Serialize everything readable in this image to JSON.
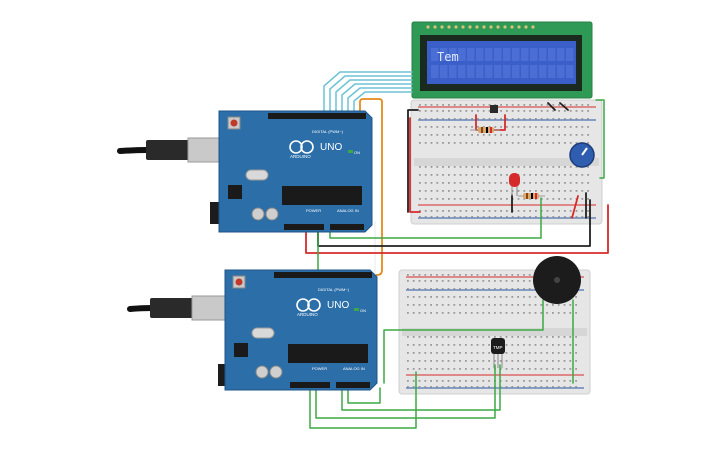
{
  "lcd": {
    "text": "Tem"
  },
  "arduino_top": {
    "model": "UNO",
    "brand": "ARDUINO",
    "digital_label": "DIGITAL (PWM~)",
    "power_label": "POWER",
    "analog_label": "ANALOG IN",
    "on_label": "ON"
  },
  "arduino_bottom": {
    "model": "UNO",
    "brand": "ARDUINO",
    "digital_label": "DIGITAL (PWM~)",
    "power_label": "POWER",
    "analog_label": "ANALOG IN",
    "on_label": "ON"
  },
  "sensor": {
    "label": "TMP"
  },
  "colors": {
    "arduino": "#2b6ea8",
    "breadboard": "#e6e6e6",
    "lcd_bezel": "#2f9a55",
    "lcd_screen": "#3b5fc9",
    "lcd_text": "#dfe8ff",
    "wire_red": "#d62b2b",
    "wire_black": "#202020",
    "wire_green": "#3aa844",
    "wire_cyan": "#6ec3d6",
    "wire_orange": "#e68a1c",
    "wire_white": "#f0f0f0",
    "buzzer": "#1c1c1c",
    "pot": "#2f5db0"
  }
}
